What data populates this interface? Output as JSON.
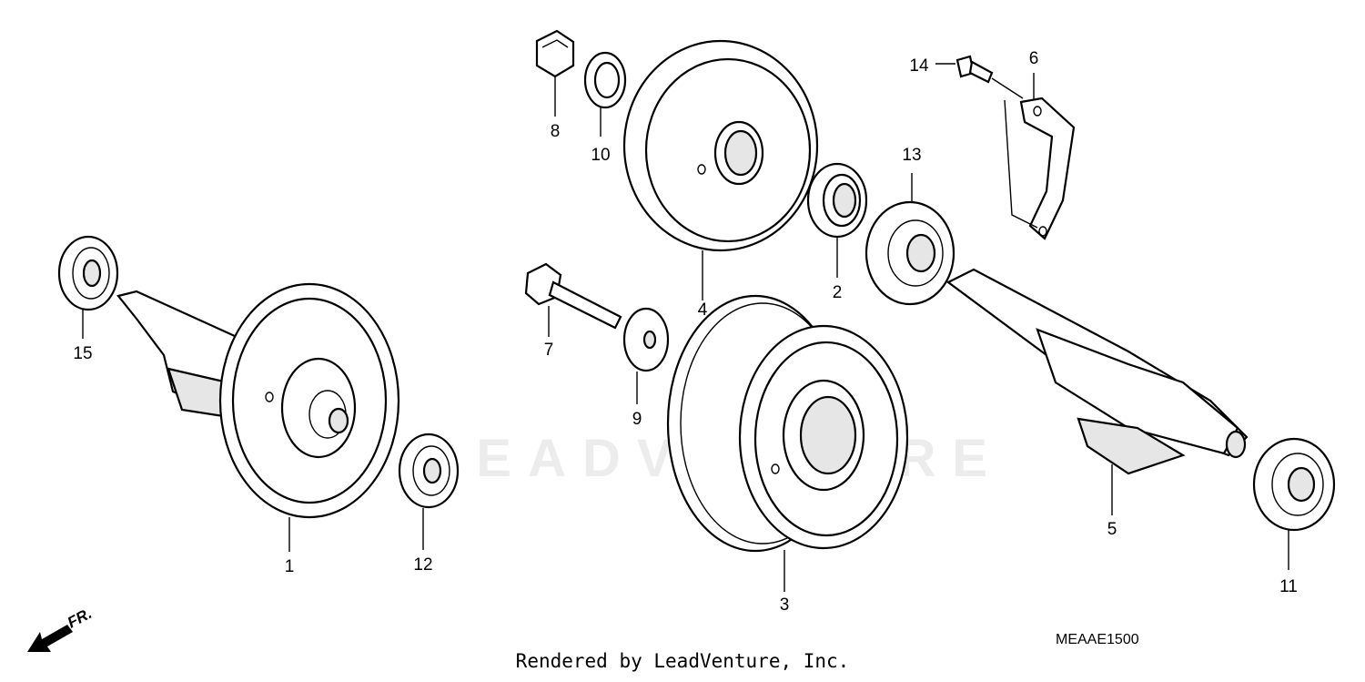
{
  "diagram": {
    "callouts": [
      "1",
      "2",
      "3",
      "4",
      "5",
      "6",
      "7",
      "8",
      "9",
      "10",
      "11",
      "12",
      "13",
      "14",
      "15"
    ],
    "direction_label": "FR.",
    "diagram_code": "MEAAE1500",
    "credit": "Rendered by LeadVenture, Inc.",
    "watermark": "LEADVENTURE"
  }
}
